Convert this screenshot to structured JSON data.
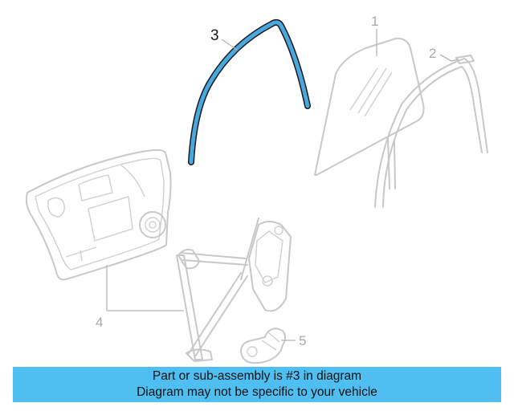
{
  "callouts": {
    "c1": "1",
    "c2": "2",
    "c3": "3",
    "c4": "4",
    "c5": "5"
  },
  "highlighted_part": "3",
  "colors": {
    "highlight_fill": "#4aa8e0",
    "highlight_stroke": "#1a1a1a",
    "part_line": "#c8c8c8",
    "banner_bg": "#4fbff2"
  },
  "banner": {
    "line1": "Part or sub-assembly is #3 in diagram",
    "line2": "Diagram may not be specific to your vehicle"
  }
}
